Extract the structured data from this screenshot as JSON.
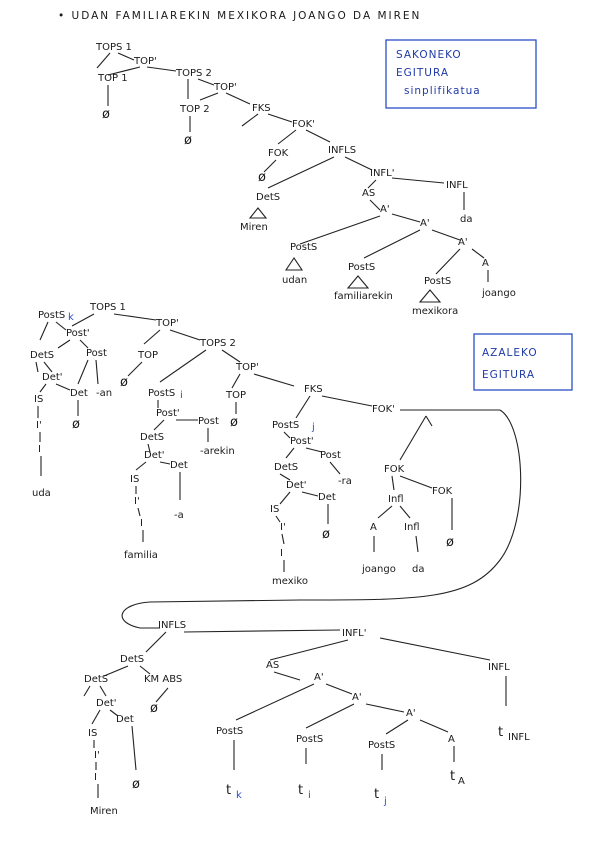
{
  "sentence": "• UDAN FAMILIAREKIN MEXIKORA JOANGO DA MIREN",
  "box_top": {
    "line1": "SAKONEKO",
    "line2": "EGITURA",
    "line3": "sinplifikatua"
  },
  "box_mid": {
    "line1": "AZALEKO",
    "line2": "EGITURA"
  },
  "top_tree": {
    "tops1": "TOPS 1",
    "top1_bar": "TOP'",
    "top1": "TOP 1",
    "null1": "ø",
    "tops2": "TOPS 2",
    "top2_bar": "TOP'",
    "top2": "TOP 2",
    "null2": "ø",
    "fks": "FKS",
    "fok_bar": "FOK'",
    "fok": "FOK",
    "null3": "ø",
    "infls": "INFLS",
    "infl_bar": "INFL'",
    "infl": "INFL",
    "da": "da",
    "dets": "DetS",
    "miren": "Miren",
    "as": "AS",
    "a_bar1": "A'",
    "a_bar2": "A'",
    "a_bar3": "A'",
    "a": "A",
    "posts1": "PostS",
    "udan": "udan",
    "posts2": "PostS",
    "familiarekin": "familiarekin",
    "posts3": "PostS",
    "mexikora": "mexikora",
    "joango": "joango"
  },
  "mid_tree": {
    "postsk": "PostS",
    "k": "k",
    "post_bar": "Post'",
    "dets": "DetS",
    "post": "Post",
    "det_bar": "Det'",
    "det": "Det",
    "an": "-an",
    "is": "IS",
    "i_bar": "I'",
    "i": "I",
    "null": "ø",
    "uda": "uda",
    "tops1": "TOPS 1",
    "top1_bar": "TOP'",
    "top": "TOP",
    "null_top": "ø",
    "tops2": "TOPS 2",
    "top2_bar": "TOP'",
    "top2": "TOP",
    "null_top2": "ø",
    "postsi": "PostS",
    "i_idx": "i",
    "post_bar2": "Post'",
    "post2": "Post",
    "arekin": "-arekin",
    "dets2": "DetS",
    "det_bar2": "Det'",
    "det2": "Det",
    "a2": "-a",
    "is2": "IS",
    "i_bar2": "I'",
    "i2": "I",
    "familia": "familia",
    "fks": "FKS",
    "fok_bar": "FOK'",
    "postsj": "PostS",
    "j_idx": "j",
    "post_bar3": "Post'",
    "post3": "Post",
    "ra": "-ra",
    "dets3": "DetS",
    "det_bar3": "Det'",
    "det3": "Det",
    "null_det3": "ø",
    "is3": "IS",
    "i_bar3": "I'",
    "i3": "I",
    "mexiko": "mexiko",
    "fok": "FOK",
    "fok2": "FOK",
    "infl": "Infl",
    "infl2": "Infl",
    "a": "A",
    "joango": "joango",
    "da": "da",
    "null_fok": "ø"
  },
  "bot_tree": {
    "infls": "INFLS",
    "infl_bar": "INFL'",
    "infl": "INFL",
    "t_infl": "t",
    "t_infl_sub": "INFL",
    "dets": "DetS",
    "dets2": "DetS",
    "km_abs": "KM ABS",
    "null_km": "ø",
    "det_bar": "Det'",
    "det": "Det",
    "null_det": "ø",
    "is": "IS",
    "i_bar": "I'",
    "i": "I",
    "miren": "Miren",
    "as": "AS",
    "a_bar1": "A'",
    "a_bar2": "A'",
    "a_bar3": "A'",
    "a": "A",
    "posts1": "PostS",
    "posts2": "PostS",
    "posts3": "PostS",
    "tk": "t",
    "tk_sub": "k",
    "ti": "t",
    "ti_sub": "i",
    "tj": "t",
    "tj_sub": "j",
    "ta": "t",
    "ta_sub": "A"
  }
}
